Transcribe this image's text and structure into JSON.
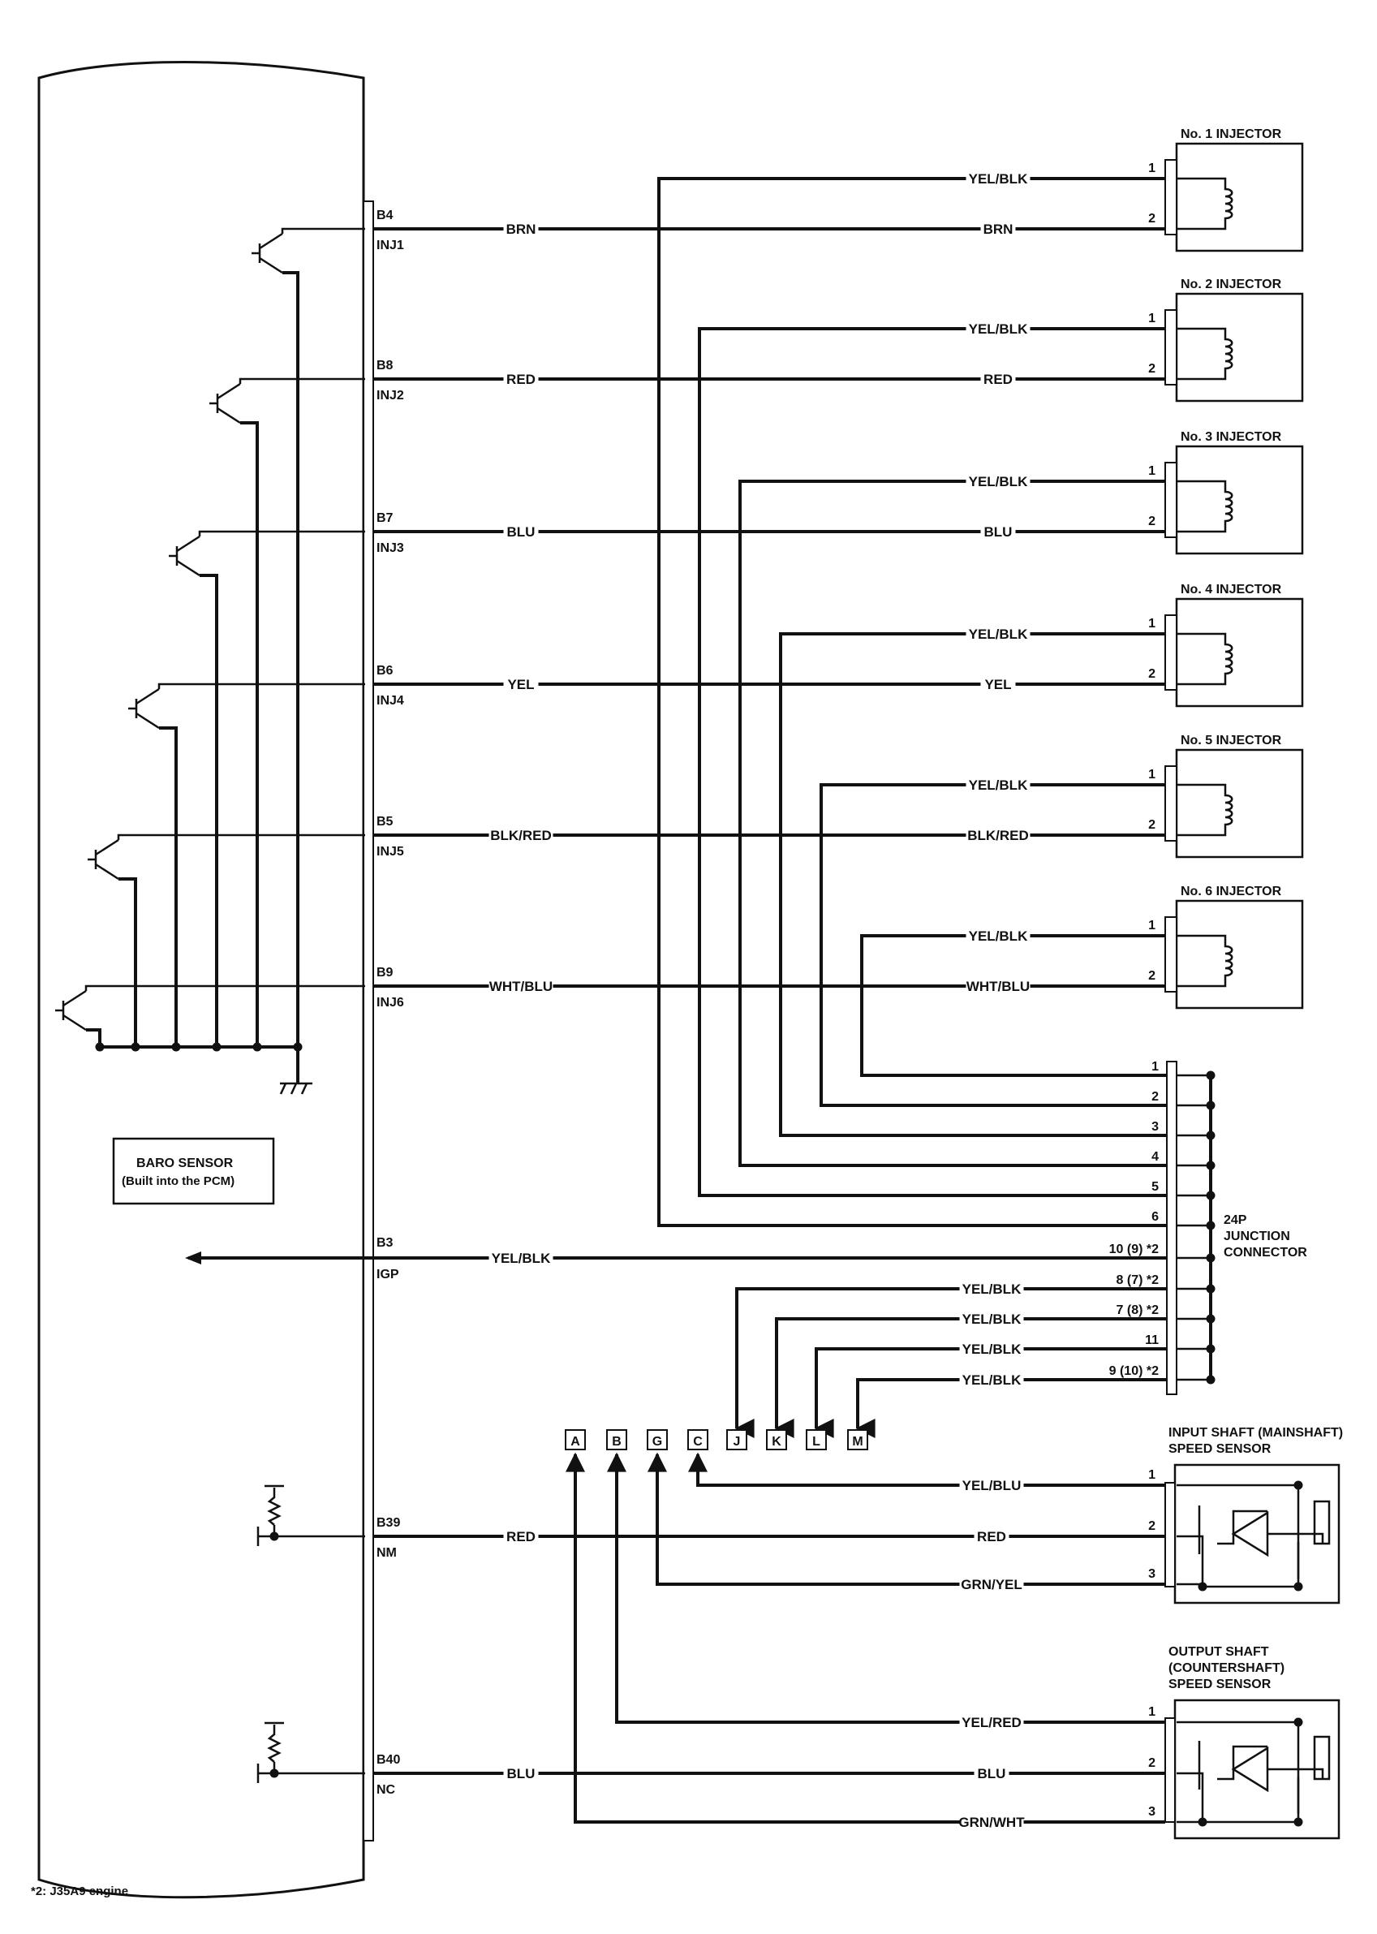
{
  "pcm": {
    "ecm_wires": [
      {
        "pin": "B4",
        "name": "INJ1",
        "color": "BRN"
      },
      {
        "pin": "B8",
        "name": "INJ2",
        "color": "RED"
      },
      {
        "pin": "B7",
        "name": "INJ3",
        "color": "BLU"
      },
      {
        "pin": "B6",
        "name": "INJ4",
        "color": "YEL"
      },
      {
        "pin": "B5",
        "name": "INJ5",
        "color": "BLK/RED"
      },
      {
        "pin": "B9",
        "name": "INJ6",
        "color": "WHT/BLU"
      }
    ],
    "igp": {
      "pin": "B3",
      "name": "IGP",
      "color": "YEL/BLK"
    },
    "baro_sensor": {
      "line1": "BARO SENSOR",
      "line2": "(Built into the PCM)"
    },
    "sensor_wires": [
      {
        "pin": "B39",
        "name": "NM",
        "color": "RED"
      },
      {
        "pin": "B40",
        "name": "NC",
        "color": "BLU"
      }
    ]
  },
  "injectors": [
    {
      "title": "No. 1 INJECTOR",
      "wire1": "YEL/BLK",
      "wire2": "BRN",
      "pin1": "1",
      "pin2": "2"
    },
    {
      "title": "No. 2 INJECTOR",
      "wire1": "YEL/BLK",
      "wire2": "RED",
      "pin1": "1",
      "pin2": "2"
    },
    {
      "title": "No. 3 INJECTOR",
      "wire1": "YEL/BLK",
      "wire2": "BLU",
      "pin1": "1",
      "pin2": "2"
    },
    {
      "title": "No. 4 INJECTOR",
      "wire1": "YEL/BLK",
      "wire2": "YEL",
      "pin1": "1",
      "pin2": "2"
    },
    {
      "title": "No. 5 INJECTOR",
      "wire1": "YEL/BLK",
      "wire2": "BLK/RED",
      "pin1": "1",
      "pin2": "2"
    },
    {
      "title": "No. 6 INJECTOR",
      "wire1": "YEL/BLK",
      "wire2": "WHT/BLU",
      "pin1": "1",
      "pin2": "2"
    }
  ],
  "junction": {
    "title_lines": [
      "24P",
      "JUNCTION",
      "CONNECTOR"
    ],
    "pins": [
      "1",
      "2",
      "3",
      "4",
      "5",
      "6",
      "10 (9) *2",
      "8 (7) *2",
      "7 (8) *2",
      "11",
      "9 (10) *2"
    ],
    "outputs": [
      {
        "color": "YEL/BLK",
        "ref": "J"
      },
      {
        "color": "YEL/BLK",
        "ref": "K"
      },
      {
        "color": "YEL/BLK",
        "ref": "L"
      },
      {
        "color": "YEL/BLK",
        "ref": "M"
      }
    ]
  },
  "connector_refs": [
    "A",
    "B",
    "G",
    "C",
    "J",
    "K",
    "L",
    "M"
  ],
  "input_sensor": {
    "title_lines": [
      "INPUT SHAFT (MAINSHAFT)",
      "SPEED SENSOR"
    ],
    "wires": [
      {
        "pin": "1",
        "color": "YEL/BLU",
        "ref": "C"
      },
      {
        "pin": "2",
        "color": "RED"
      },
      {
        "pin": "3",
        "color": "GRN/YEL",
        "ref": "G"
      }
    ]
  },
  "output_sensor": {
    "title_lines": [
      "OUTPUT SHAFT",
      "(COUNTERSHAFT)",
      "SPEED SENSOR"
    ],
    "wires": [
      {
        "pin": "1",
        "color": "YEL/RED",
        "ref": "B"
      },
      {
        "pin": "2",
        "color": "BLU"
      },
      {
        "pin": "3",
        "color": "GRN/WHT",
        "ref": "A"
      }
    ]
  },
  "footnote": "*2: J35A9 engine"
}
